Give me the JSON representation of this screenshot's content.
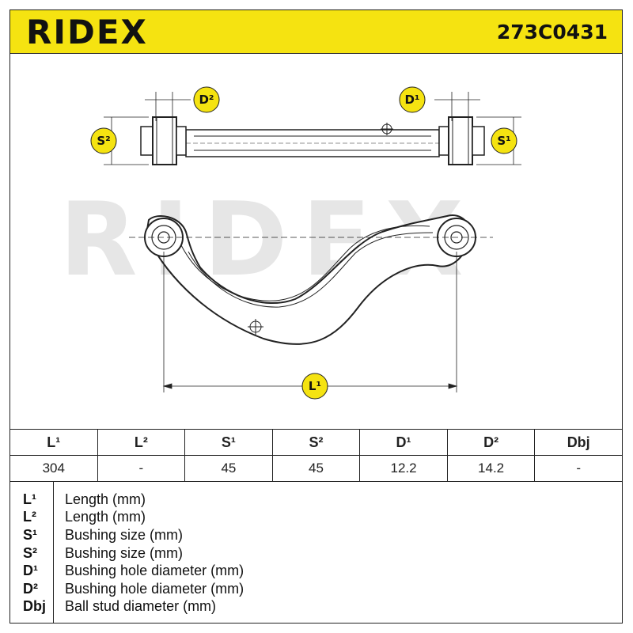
{
  "header": {
    "brand": "RIDEX",
    "part_number": "273C0431"
  },
  "diagram": {
    "watermark": "RIDEX",
    "labels": {
      "d2": "D²",
      "d1": "D¹",
      "s2": "S²",
      "s1": "S¹",
      "l1": "L¹"
    }
  },
  "specs": {
    "headers": [
      "L¹",
      "L²",
      "S¹",
      "S²",
      "D¹",
      "D²",
      "Dbj"
    ],
    "values": [
      "304",
      "-",
      "45",
      "45",
      "12.2",
      "14.2",
      "-"
    ]
  },
  "legend": [
    {
      "symbol": "L¹",
      "desc": "Length (mm)"
    },
    {
      "symbol": "L²",
      "desc": "Length (mm)"
    },
    {
      "symbol": "S¹",
      "desc": "Bushing size (mm)"
    },
    {
      "symbol": "S²",
      "desc": "Bushing size (mm)"
    },
    {
      "symbol": "D¹",
      "desc": "Bushing hole diameter (mm)"
    },
    {
      "symbol": "D²",
      "desc": "Bushing hole diameter (mm)"
    },
    {
      "symbol": "Dbj",
      "desc": "Ball stud diameter (mm)"
    }
  ],
  "colors": {
    "header_bg": "#f5e311",
    "line": "#222222",
    "watermark": "#e6e6e6"
  }
}
